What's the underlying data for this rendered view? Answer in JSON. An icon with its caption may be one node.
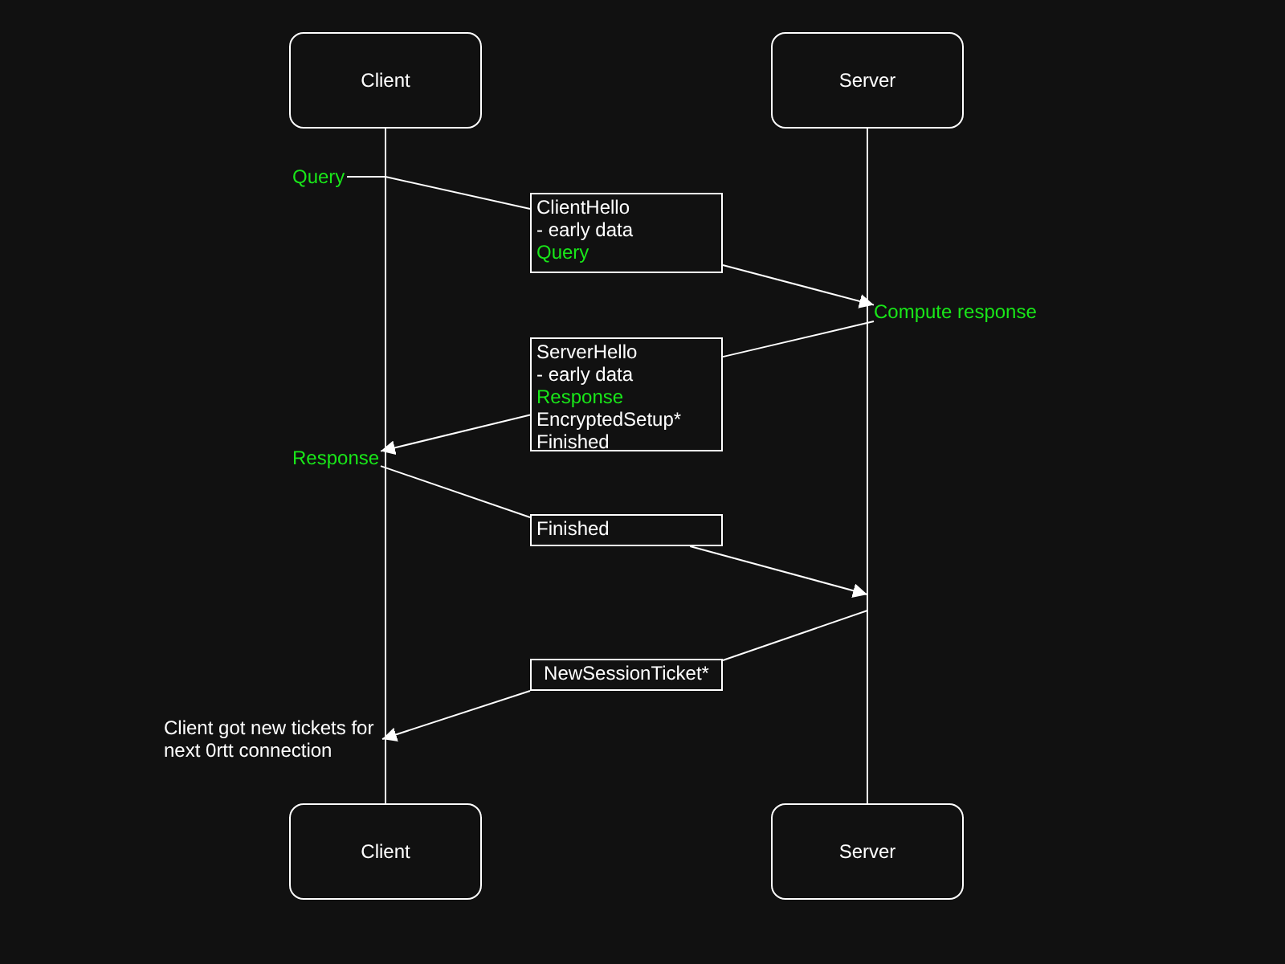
{
  "diagram": {
    "nodes": [
      {
        "text": [
          "Client"
        ]
      },
      {
        "text": [
          "Server"
        ]
      },
      {
        "text": [
          "Client"
        ]
      },
      {
        "text": [
          "Server"
        ]
      },
      {
        "text": [
          "ClientHello",
          "- early data",
          "Query"
        ]
      },
      {
        "text": [
          "ServerHello",
          "- early data",
          "Response",
          "EncryptedSetup*",
          "Finished"
        ]
      },
      {
        "text": [
          "Finished"
        ]
      },
      {
        "text": [
          "NewSessionTicket*"
        ]
      },
      {
        "text": [
          "Query"
        ]
      },
      {
        "text": [
          "Compute response"
        ]
      },
      {
        "text": [
          "Response"
        ]
      },
      {
        "text": [
          "Client got new tickets for next 0rtt connection"
        ]
      }
    ],
    "edges": [
      {
        "from": 0,
        "to": 2,
        "arrow": "none"
      },
      {
        "from": 1,
        "to": 3,
        "arrow": "none"
      },
      {
        "from": 8,
        "to": 4,
        "arrow": "none"
      },
      {
        "from": 4,
        "to": 9,
        "arrow": "to"
      },
      {
        "from": 9,
        "to": 5,
        "arrow": "none"
      },
      {
        "from": 5,
        "to": 10,
        "arrow": "to"
      },
      {
        "from": 10,
        "to": 6,
        "arrow": "none"
      },
      {
        "from": 6,
        "to": null,
        "arrow": "to"
      },
      {
        "from": null,
        "to": 7,
        "arrow": "none"
      },
      {
        "from": 7,
        "to": 11,
        "arrow": "to"
      }
    ]
  }
}
